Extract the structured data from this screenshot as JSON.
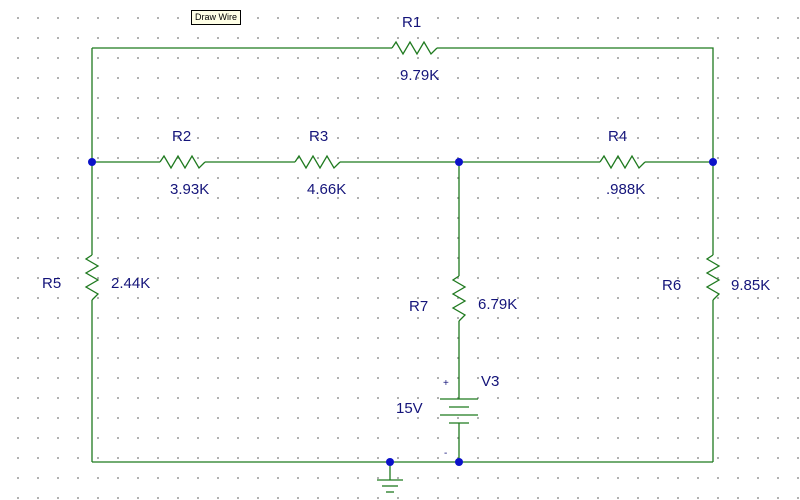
{
  "tooltip": {
    "text": "Draw Wire"
  },
  "colors": {
    "wire": "#1f7a1f",
    "label": "#14147a",
    "junction": "#0b12c8",
    "grid_dot": "#9a9a9a"
  },
  "components": {
    "R1": {
      "name": "R1",
      "value": "9.79K"
    },
    "R2": {
      "name": "R2",
      "value": "3.93K"
    },
    "R3": {
      "name": "R3",
      "value": "4.66K"
    },
    "R4": {
      "name": "R4",
      "value": ".988K"
    },
    "R5": {
      "name": "R5",
      "value": "2.44K"
    },
    "R6": {
      "name": "R6",
      "value": "9.85K"
    },
    "R7": {
      "name": "R7",
      "value": "6.79K"
    },
    "V3": {
      "name": "V3",
      "value": "15V",
      "plus": "+",
      "minus": "-"
    }
  },
  "icons": {
    "ground": "ground-icon",
    "battery": "battery-icon",
    "resistor": "resistor-icon"
  }
}
